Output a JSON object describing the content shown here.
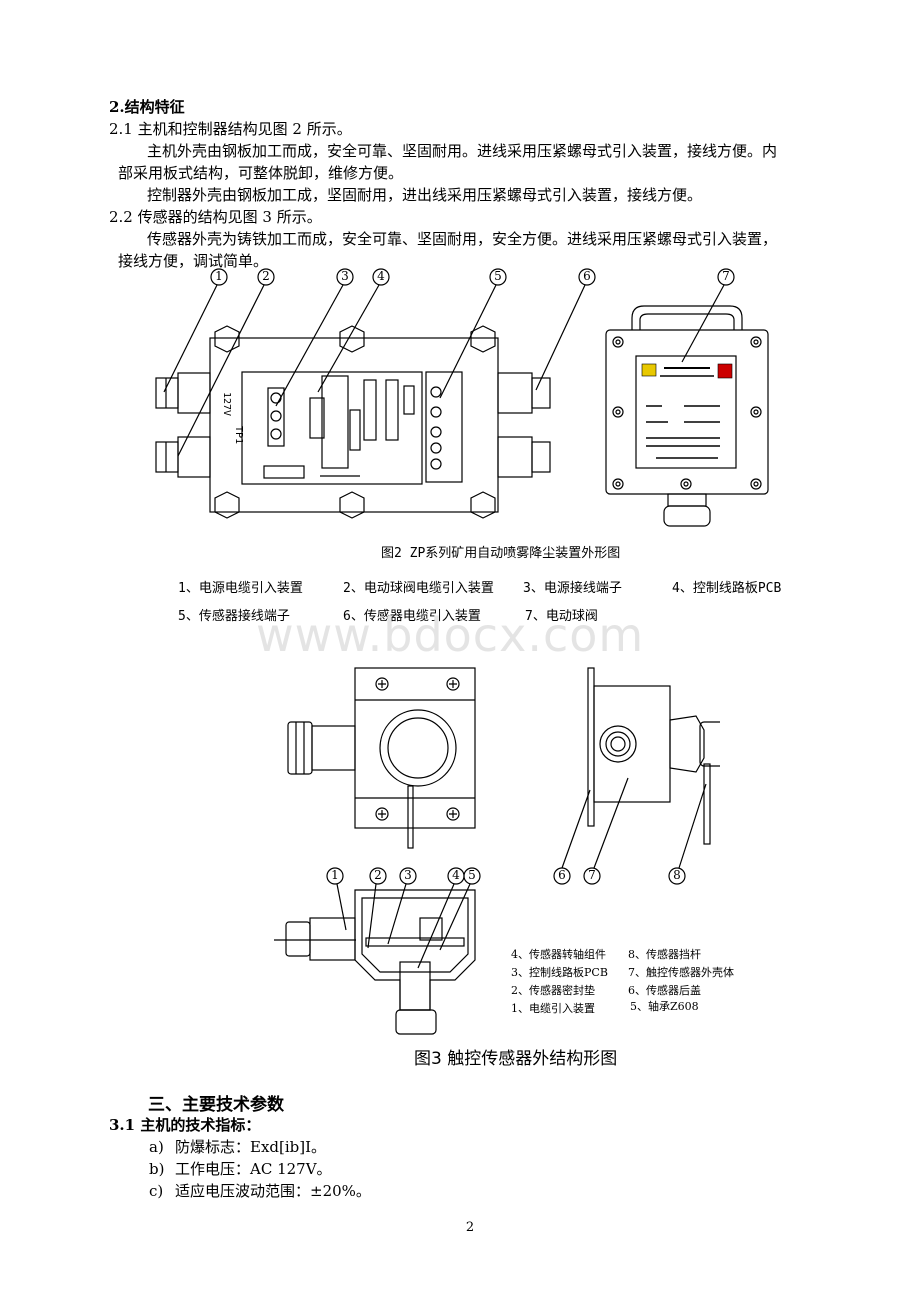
{
  "section2": {
    "heading": "2.结构特征",
    "p1": "2.1 主机和控制器结构见图 2 所示。",
    "p2a": "主机外壳由钢板加工而成，安全可靠、坚固耐用。进线采用压紧螺母式引入装置，接线方便。内",
    "p2b": "部采用板式结构，可整体脱卸，维修方便。",
    "p3": "控制器外壳由钢板加工成，坚固耐用，进出线采用压紧螺母式引入装置，接线方便。",
    "p4": "2.2 传感器的结构见图 3 所示。",
    "p5a": "传感器外壳为铸铁加工而成，安全可靠、坚固耐用，安全方便。进线采用压紧螺母式引入装置，",
    "p5b": "接线方便，调试简单。"
  },
  "figure2": {
    "callouts": [
      "1",
      "2",
      "3",
      "4",
      "5",
      "6",
      "7"
    ],
    "board_labels": {
      "v127": "127V",
      "tp1": "TP1"
    },
    "caption": "图2 ZP系列矿用自动喷雾降尘装置外形图",
    "legend_row1": [
      "1、电源电缆引入装置",
      "2、电动球阀电缆引入装置",
      "3、电源接线端子",
      "4、控制线路板PCB"
    ],
    "legend_row2": [
      "5、传感器接线端子",
      "6、传感器电缆引入装置",
      "7、电动球阀"
    ]
  },
  "watermark": "www.bdocx.com",
  "figure3": {
    "callouts": [
      "1",
      "2",
      "3",
      "4",
      "5",
      "6",
      "7",
      "8"
    ],
    "legend_left": [
      "4、传感器转轴组件",
      "3、控制线路板PCB",
      "2、传感器密封垫",
      "1、电缆引入装置"
    ],
    "legend_right": [
      "8、传感器挡杆",
      "7、触控传感器外壳体",
      "6、传感器后盖",
      "5、轴承Z608"
    ],
    "caption": "图3 触控传感器外结构形图"
  },
  "section3": {
    "heading": "三、主要技术参数",
    "sub": "3.1 主机的技术指标：",
    "items": [
      {
        "marker": "a)",
        "text": "防爆标志：Exd[ib]I。"
      },
      {
        "marker": "b)",
        "text": "工作电压：AC 127V。"
      },
      {
        "marker": "c)",
        "text": "适应电压波动范围：±20%。"
      }
    ]
  },
  "page_number": "2"
}
